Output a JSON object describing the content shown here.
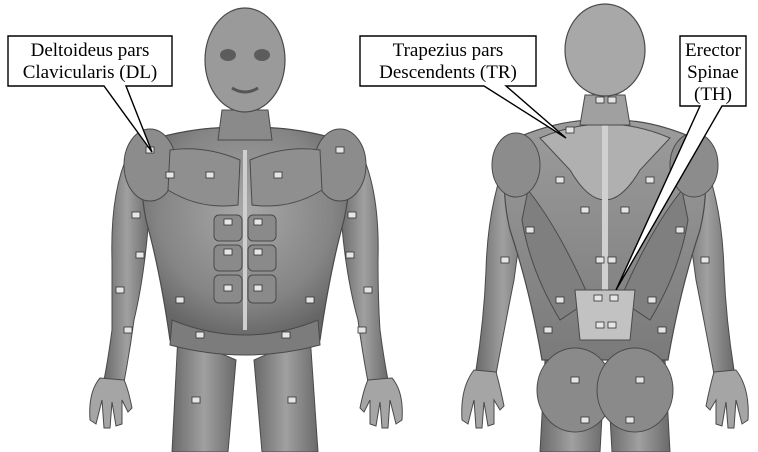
{
  "labels": {
    "deltoideus": {
      "line1": "Deltoideus pars",
      "line2": "Clavicularis (DL)"
    },
    "trapezius": {
      "line1": "Trapezius pars",
      "line2": "Descendents (TR)"
    },
    "erector": {
      "line1": "Erector",
      "line2": "Spinae",
      "line3": "(TH)"
    }
  },
  "colors": {
    "skin_base": "#9a9a9a",
    "muscle_mid": "#7b7b7b",
    "muscle_dark": "#555555",
    "tendon_light": "#cfcfcf",
    "electrode": "#e6e6e6"
  }
}
